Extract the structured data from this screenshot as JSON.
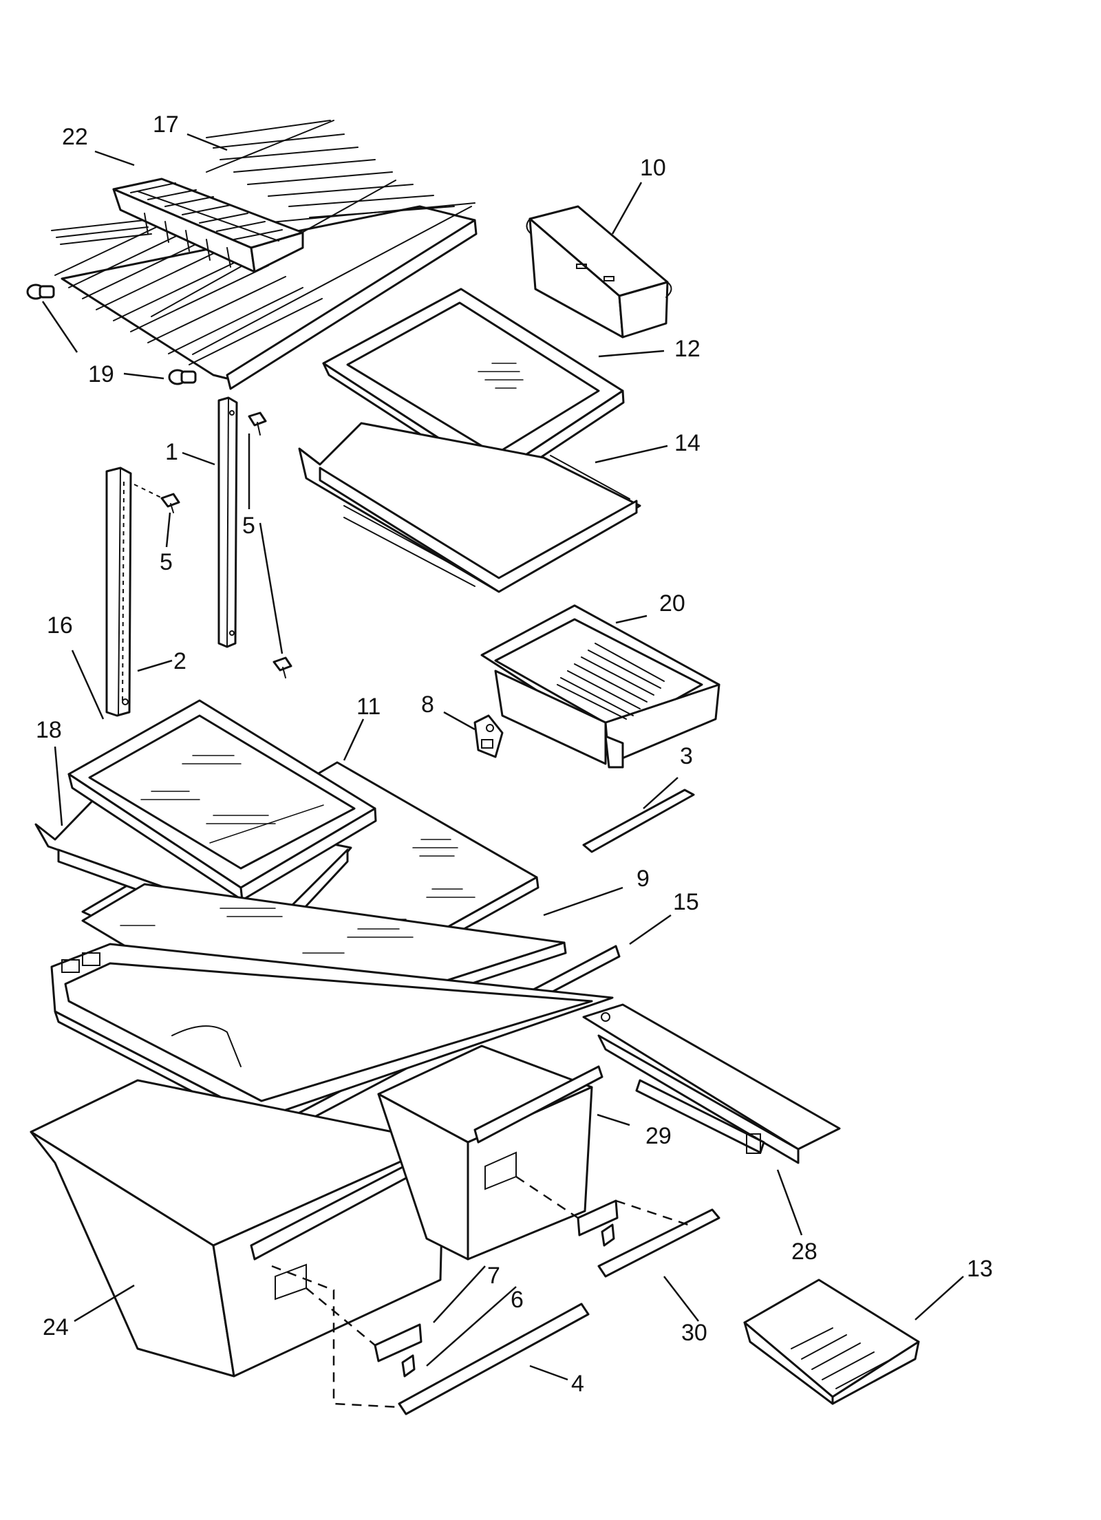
{
  "callouts": [
    {
      "id": "22",
      "label": "22"
    },
    {
      "id": "17",
      "label": "17"
    },
    {
      "id": "10",
      "label": "10"
    },
    {
      "id": "19",
      "label": "19"
    },
    {
      "id": "12",
      "label": "12"
    },
    {
      "id": "1",
      "label": "1"
    },
    {
      "id": "14",
      "label": "14"
    },
    {
      "id": "5a",
      "label": "5"
    },
    {
      "id": "5b",
      "label": "5"
    },
    {
      "id": "16",
      "label": "16"
    },
    {
      "id": "2",
      "label": "2"
    },
    {
      "id": "20",
      "label": "20"
    },
    {
      "id": "11",
      "label": "11"
    },
    {
      "id": "8",
      "label": "8"
    },
    {
      "id": "18",
      "label": "18"
    },
    {
      "id": "3",
      "label": "3"
    },
    {
      "id": "9",
      "label": "9"
    },
    {
      "id": "15",
      "label": "15"
    },
    {
      "id": "29",
      "label": "29"
    },
    {
      "id": "28",
      "label": "28"
    },
    {
      "id": "13",
      "label": "13"
    },
    {
      "id": "7",
      "label": "7"
    },
    {
      "id": "6",
      "label": "6"
    },
    {
      "id": "30",
      "label": "30"
    },
    {
      "id": "24",
      "label": "24"
    },
    {
      "id": "4",
      "label": "4"
    }
  ]
}
